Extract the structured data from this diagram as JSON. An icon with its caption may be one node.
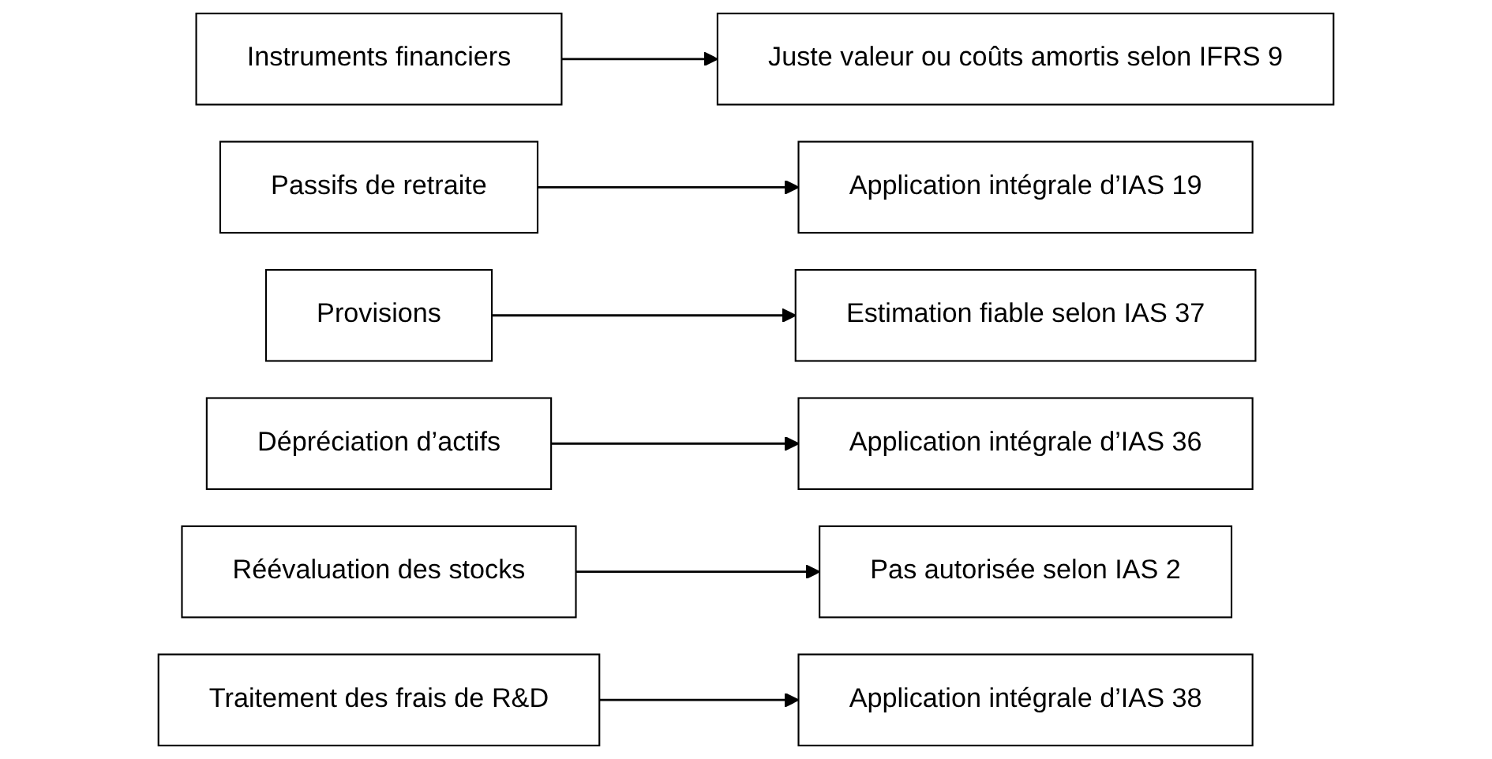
{
  "diagram": {
    "nodes": [
      {
        "text": [
          "Instruments financiers"
        ]
      },
      {
        "text": [
          "Juste valeur ou coûts amortis selon IFRS 9"
        ]
      },
      {
        "text": [
          "Passifs de retraite"
        ]
      },
      {
        "text": [
          "Application intégrale d’IAS 19"
        ]
      },
      {
        "text": [
          "Provisions"
        ]
      },
      {
        "text": [
          "Estimation fiable selon IAS 37"
        ]
      },
      {
        "text": [
          "Dépréciation d’actifs"
        ]
      },
      {
        "text": [
          "Application intégrale d’IAS 36"
        ]
      },
      {
        "text": [
          "Réévaluation des stocks"
        ]
      },
      {
        "text": [
          "Pas autorisée selon IAS 2"
        ]
      },
      {
        "text": [
          "Traitement des frais de R&D"
        ]
      },
      {
        "text": [
          "Application intégrale d’IAS 38"
        ]
      }
    ],
    "edges": [
      {
        "from": 0,
        "to": 1,
        "arrow": "to"
      },
      {
        "from": 2,
        "to": 3,
        "arrow": "to"
      },
      {
        "from": 4,
        "to": 5,
        "arrow": "to"
      },
      {
        "from": 6,
        "to": 7,
        "arrow": "to"
      },
      {
        "from": 8,
        "to": 9,
        "arrow": "to"
      },
      {
        "from": 10,
        "to": 11,
        "arrow": "to"
      }
    ]
  }
}
